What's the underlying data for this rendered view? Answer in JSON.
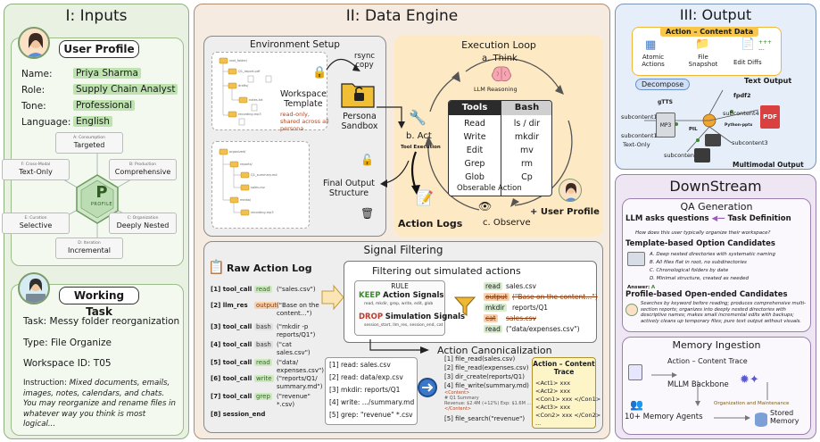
{
  "inputs": {
    "title": "I: Inputs",
    "user_profile": {
      "label": "User Profile",
      "fields": [
        {
          "key": "Name:",
          "value": "Priya Sharma"
        },
        {
          "key": "Role:",
          "value": "Supply Chain Analyst"
        },
        {
          "key": "Tone:",
          "value": "Professional"
        },
        {
          "key": "Language:",
          "value": "English"
        }
      ],
      "radar": {
        "center": "P",
        "center_sub": "PROFILE",
        "nodes": [
          {
            "head": "A: Consumption",
            "value": "Targeted"
          },
          {
            "head": "B: Production",
            "value": "Comprehensive"
          },
          {
            "head": "C: Organization",
            "value": "Deeply Nested"
          },
          {
            "head": "D: Iteration",
            "value": "Incremental"
          },
          {
            "head": "E: Curation",
            "value": "Selective"
          },
          {
            "head": "F: Cross-Modal",
            "value": "Text-Only"
          }
        ]
      }
    },
    "working_task": {
      "label": "Working Task",
      "task": "Task: Messy folder reorganization",
      "type": "Type: File Organize",
      "workspace": "Workspace ID: T05",
      "instruction_label": "Instruction:",
      "instruction": "Mixed documents, emails, images, notes, calendars, and chats. You may reorganize and rename files in whatever way you think is most logical..."
    }
  },
  "engine": {
    "title": "II: Data Engine",
    "env_setup": {
      "title": "Environment Setup",
      "rsync": "rsync\ncopy",
      "workspace_template": "Workspace\nTemplate",
      "template_note": "read-only,\nshared across all\npersona",
      "persona_sandbox": "Persona\nSandbox",
      "final_output": "Final Output\nStructure"
    },
    "loop": {
      "title": "Execution Loop",
      "think": "a. Think",
      "llm": "LLM Reasoning",
      "act": "b. Act",
      "tool_exec": "Tool Execution",
      "observe": "c. Observe",
      "action_logs": "Action Logs",
      "user_profile": "+ User Profile",
      "tools_head": "Tools",
      "bash_head": "Bash",
      "tools": [
        "Read",
        "Write",
        "Edit",
        "Grep",
        "Glob"
      ],
      "bash": [
        "ls / dir",
        "mkdir",
        "mv",
        "rm",
        "Cp"
      ],
      "observable": "Obserable Action"
    },
    "signal": {
      "title": "Signal Filtering",
      "raw_log_title": "Raw Action Log",
      "raw_log": [
        {
          "id": "[1] tool_call",
          "tag": "read",
          "tagtype": "g",
          "arg": "(\"sales.csv\")"
        },
        {
          "id": "[2] llm_res",
          "tag": "output",
          "tagtype": "o",
          "arg": "(\"Base on the content...\")"
        },
        {
          "id": "[3] tool_call",
          "tag": "bash",
          "tagtype": "b",
          "arg": "(\"mkdir -p reports/Q1\")"
        },
        {
          "id": "[4] tool_call",
          "tag": "bash",
          "tagtype": "b",
          "arg": "(\"cat sales.csv\")"
        },
        {
          "id": "[5] tool_call",
          "tag": "read",
          "tagtype": "g",
          "arg": "(\"data/ expenses.csv\")"
        },
        {
          "id": "[6] tool_call",
          "tag": "write",
          "tagtype": "g",
          "arg": "(\"reports/Q1/ summary.md\")"
        },
        {
          "id": "[7] tool_call",
          "tag": "grep",
          "tagtype": "g",
          "arg": "(\"revenue\" *.csv)"
        },
        {
          "id": "[8] session_end",
          "tag": "",
          "tagtype": "",
          "arg": ""
        }
      ],
      "filter_title": "Filtering out simulated actions",
      "rule": "RULE",
      "keep": "KEEP",
      "keep_rest": "Action Signals",
      "keep_sub": "read, mkdir, grep, write, edit, glob",
      "drop": "DROP",
      "drop_rest": "Simulation Signals",
      "drop_sub": "session_start, llm_res, session_end, cat",
      "filtered": [
        {
          "tag": "read",
          "arg": "sales.csv",
          "strike": false
        },
        {
          "tag": "output",
          "arg": "(\"Base on the content...\")",
          "strike": true
        },
        {
          "tag": "mkdir",
          "arg": "reports/Q1",
          "strike": false
        },
        {
          "tag": "cat",
          "arg": "sales.csv",
          "strike": true
        },
        {
          "tag": "read",
          "arg": "(\"data/expenses.csv\")",
          "strike": false
        }
      ],
      "canon_title": "Action Canonicalization",
      "canon_left": [
        "[1] read: sales.csv",
        "[2] read: data/exp.csv",
        "[3] mkdir: reports/Q1",
        "[4] write: .../summary.md",
        "[5] grep: \"revenue\" *.csv"
      ],
      "canon_right": [
        "[1] file_read(sales.csv)",
        "[2] file_read(expenses.csv)",
        "[3] dir_create(reports/Q1)",
        "[4] file_write(summary.md)",
        "[5] file_search(\"revenue\")"
      ],
      "canon_content_tag": "<Content>",
      "canon_content_line1": "# Q1 Summary",
      "canon_content_line2": "Revenue: $2.4M (+12%)  Exp: $1.6M ...",
      "canon_content_tag2": "</Content>",
      "trace_title": "Action – Content\nTrace",
      "trace_rows": [
        "<Act1> xxx",
        "<Act2> xxx",
        "<Con1> xxx </Con1>",
        "<Act3> xxx",
        "<Con2> xxx </Con2>",
        "..."
      ]
    }
  },
  "output": {
    "title": "III: Output",
    "acd": "Action – Content Data",
    "atomic": "Atomic\nActions",
    "snapshot": "File\nSnapshot",
    "diffs": "Edit Diffs",
    "plus": "+++",
    "minus": "---",
    "text_output": "Text Output",
    "decompose": "Decompose",
    "gtts": "gTTS",
    "fpdf": "fpdf2",
    "ppl": "PIL",
    "pyppt": "Python-pptx",
    "sub1a": "subcontent1",
    "sub1b": "subcontent1",
    "sub2": "subcontent2",
    "sub3": "subcontent3",
    "sub4": "subcontent4",
    "text_only": "Text-Only",
    "mp3": "MP3",
    "pdf": "PDF",
    "multimodal": "Multimodal Output"
  },
  "downstream": {
    "title": "DownStream",
    "qa_title": "QA Generation",
    "llm_asks": "LLM asks questions",
    "task_def": "Task Definition",
    "question": "How does this user typically organize their workspace?",
    "template_title": "Template-based Option Candidates",
    "options": [
      "A. Deep nested directories with systematic naming",
      "B. All files flat in root, no subdirectories",
      "C. Chronological folders by date",
      "D. Minimal structure, created as needed"
    ],
    "answer_label": "Answer:",
    "answer_value": "A",
    "open_title": "Profile-based Open-ended Candidates",
    "open_text": "Searches by keyword before reading; produces comprehensive multi-section reports; organizes into deeply nested directories with descriptive names; makes small incremental edits with backups; actively cleans up temporary files; pure text output without visuals.",
    "mem_title": "Memory Ingestion",
    "mem_trace": "Action – Content Trace",
    "mllm": "MLLM Backbone",
    "org": "Organization and Maintenance",
    "agents": "10+ Memory Agents",
    "stored": "Stored\nMemory"
  },
  "colors": {
    "inputs_bg": "#e8f1e2",
    "engine_bg": "#f6ebe0",
    "output_bg": "#e6eef9",
    "downstream_bg": "#efe6f4",
    "loop_bg": "#fde9c3",
    "green_hl": "#bfe3b0",
    "accent_orange": "#e8a13a"
  }
}
